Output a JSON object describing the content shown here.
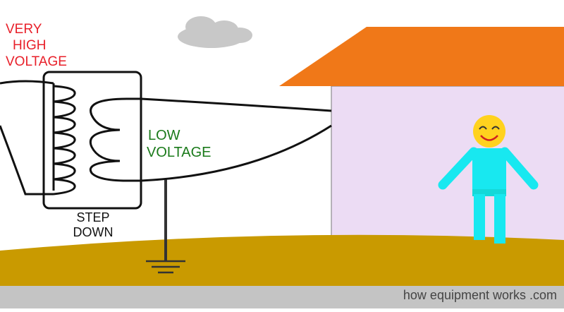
{
  "labels": {
    "very_high_voltage": [
      "VERY",
      "HIGH",
      "VOLTAGE"
    ],
    "low_voltage": [
      "LOW",
      "VOLTAGE"
    ],
    "step_down": [
      "STEP",
      "DOWN"
    ],
    "watermark": "how equipment works .com"
  },
  "colors": {
    "red_label": "#e8202a",
    "green_label": "#1a7a1a",
    "roof": "#f07818",
    "wall": "#ecdcf4",
    "ground": "#c99a00",
    "footer": "#c4c4c4",
    "cloud": "#c8c8c8",
    "person": "#18e8f0",
    "face": "#ffd21e",
    "wire": "#111111"
  },
  "icons": [
    "cloud-icon",
    "smiley-face-icon",
    "ground-symbol-icon",
    "coil-icon"
  ]
}
